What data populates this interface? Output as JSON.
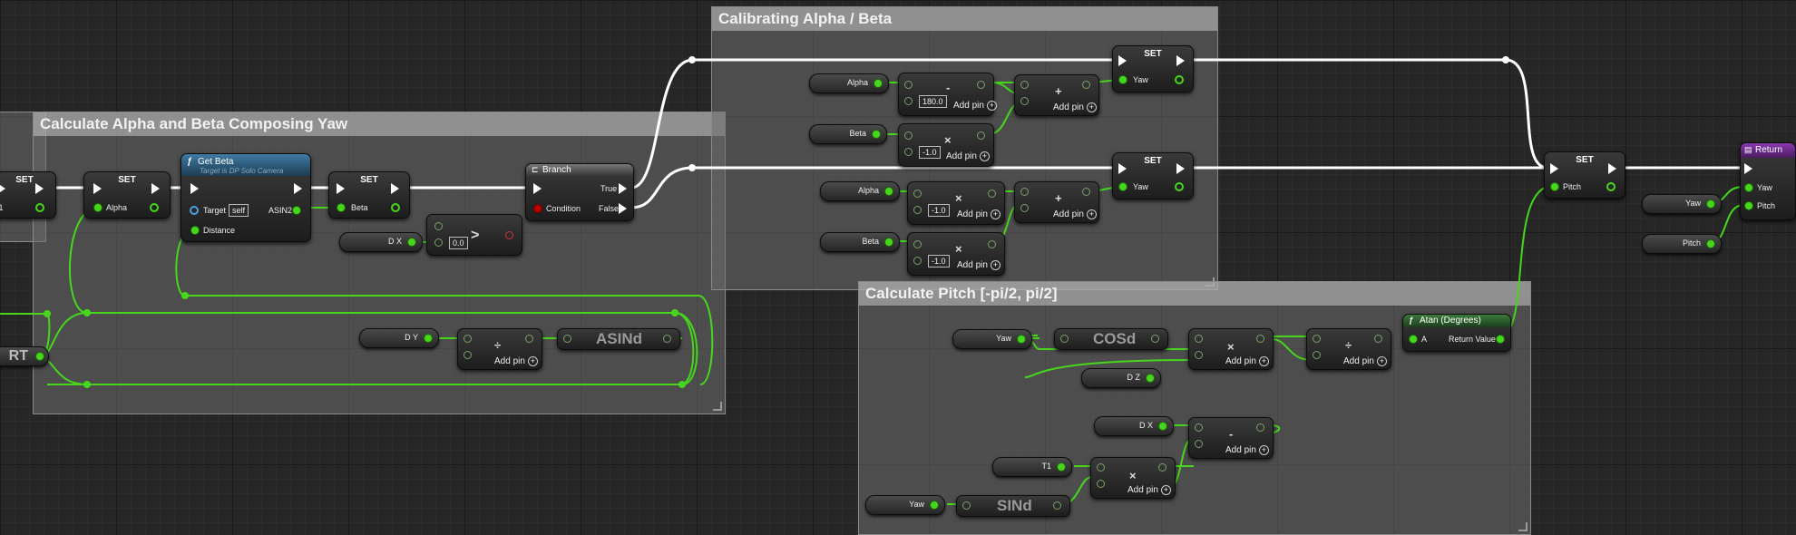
{
  "comments": {
    "calc_alpha_beta": "Calculate Alpha and Beta Composing Yaw",
    "calibrating": "Calibrating Alpha / Beta",
    "calc_pitch": "Calculate Pitch [-pi/2, pi/2]"
  },
  "nodes": {
    "set": "SET",
    "alpha": "Alpha",
    "beta": "Beta",
    "yaw": "Yaw",
    "pitch": "Pitch",
    "left_pin_t1": "T1",
    "left_pin_rt": "RT",
    "get_beta": {
      "title": "Get Beta",
      "subtitle": "Target is DP Solo Camera",
      "target": "Target",
      "self": "self",
      "distance": "Distance",
      "asin2": "ASIN2"
    },
    "branch": {
      "title": "Branch",
      "true": "True",
      "false": "False",
      "condition": "Condition"
    },
    "dx": "D X",
    "dy": "D Y",
    "dz": "D Z",
    "t1": "T1",
    "zero": "0.0",
    "v180": "180.0",
    "neg1": "-1.0",
    "asind": "ASINd",
    "cosd": "COSd",
    "sind": "SINd",
    "atan": {
      "title": "Atan (Degrees)",
      "a": "A",
      "ret": "Return Value"
    },
    "return_node": "Return",
    "add_pin": "Add pin"
  },
  "colors": {
    "wire": "#46d61c",
    "exec_wire": "#ffffff",
    "func_header": "#2d5a7a",
    "branch_header": "#444444",
    "return_header": "#6a2a8a"
  },
  "icons": [
    "function-icon",
    "branch-icon",
    "exec-pin-icon",
    "data-pin-icon",
    "add-pin-icon"
  ]
}
